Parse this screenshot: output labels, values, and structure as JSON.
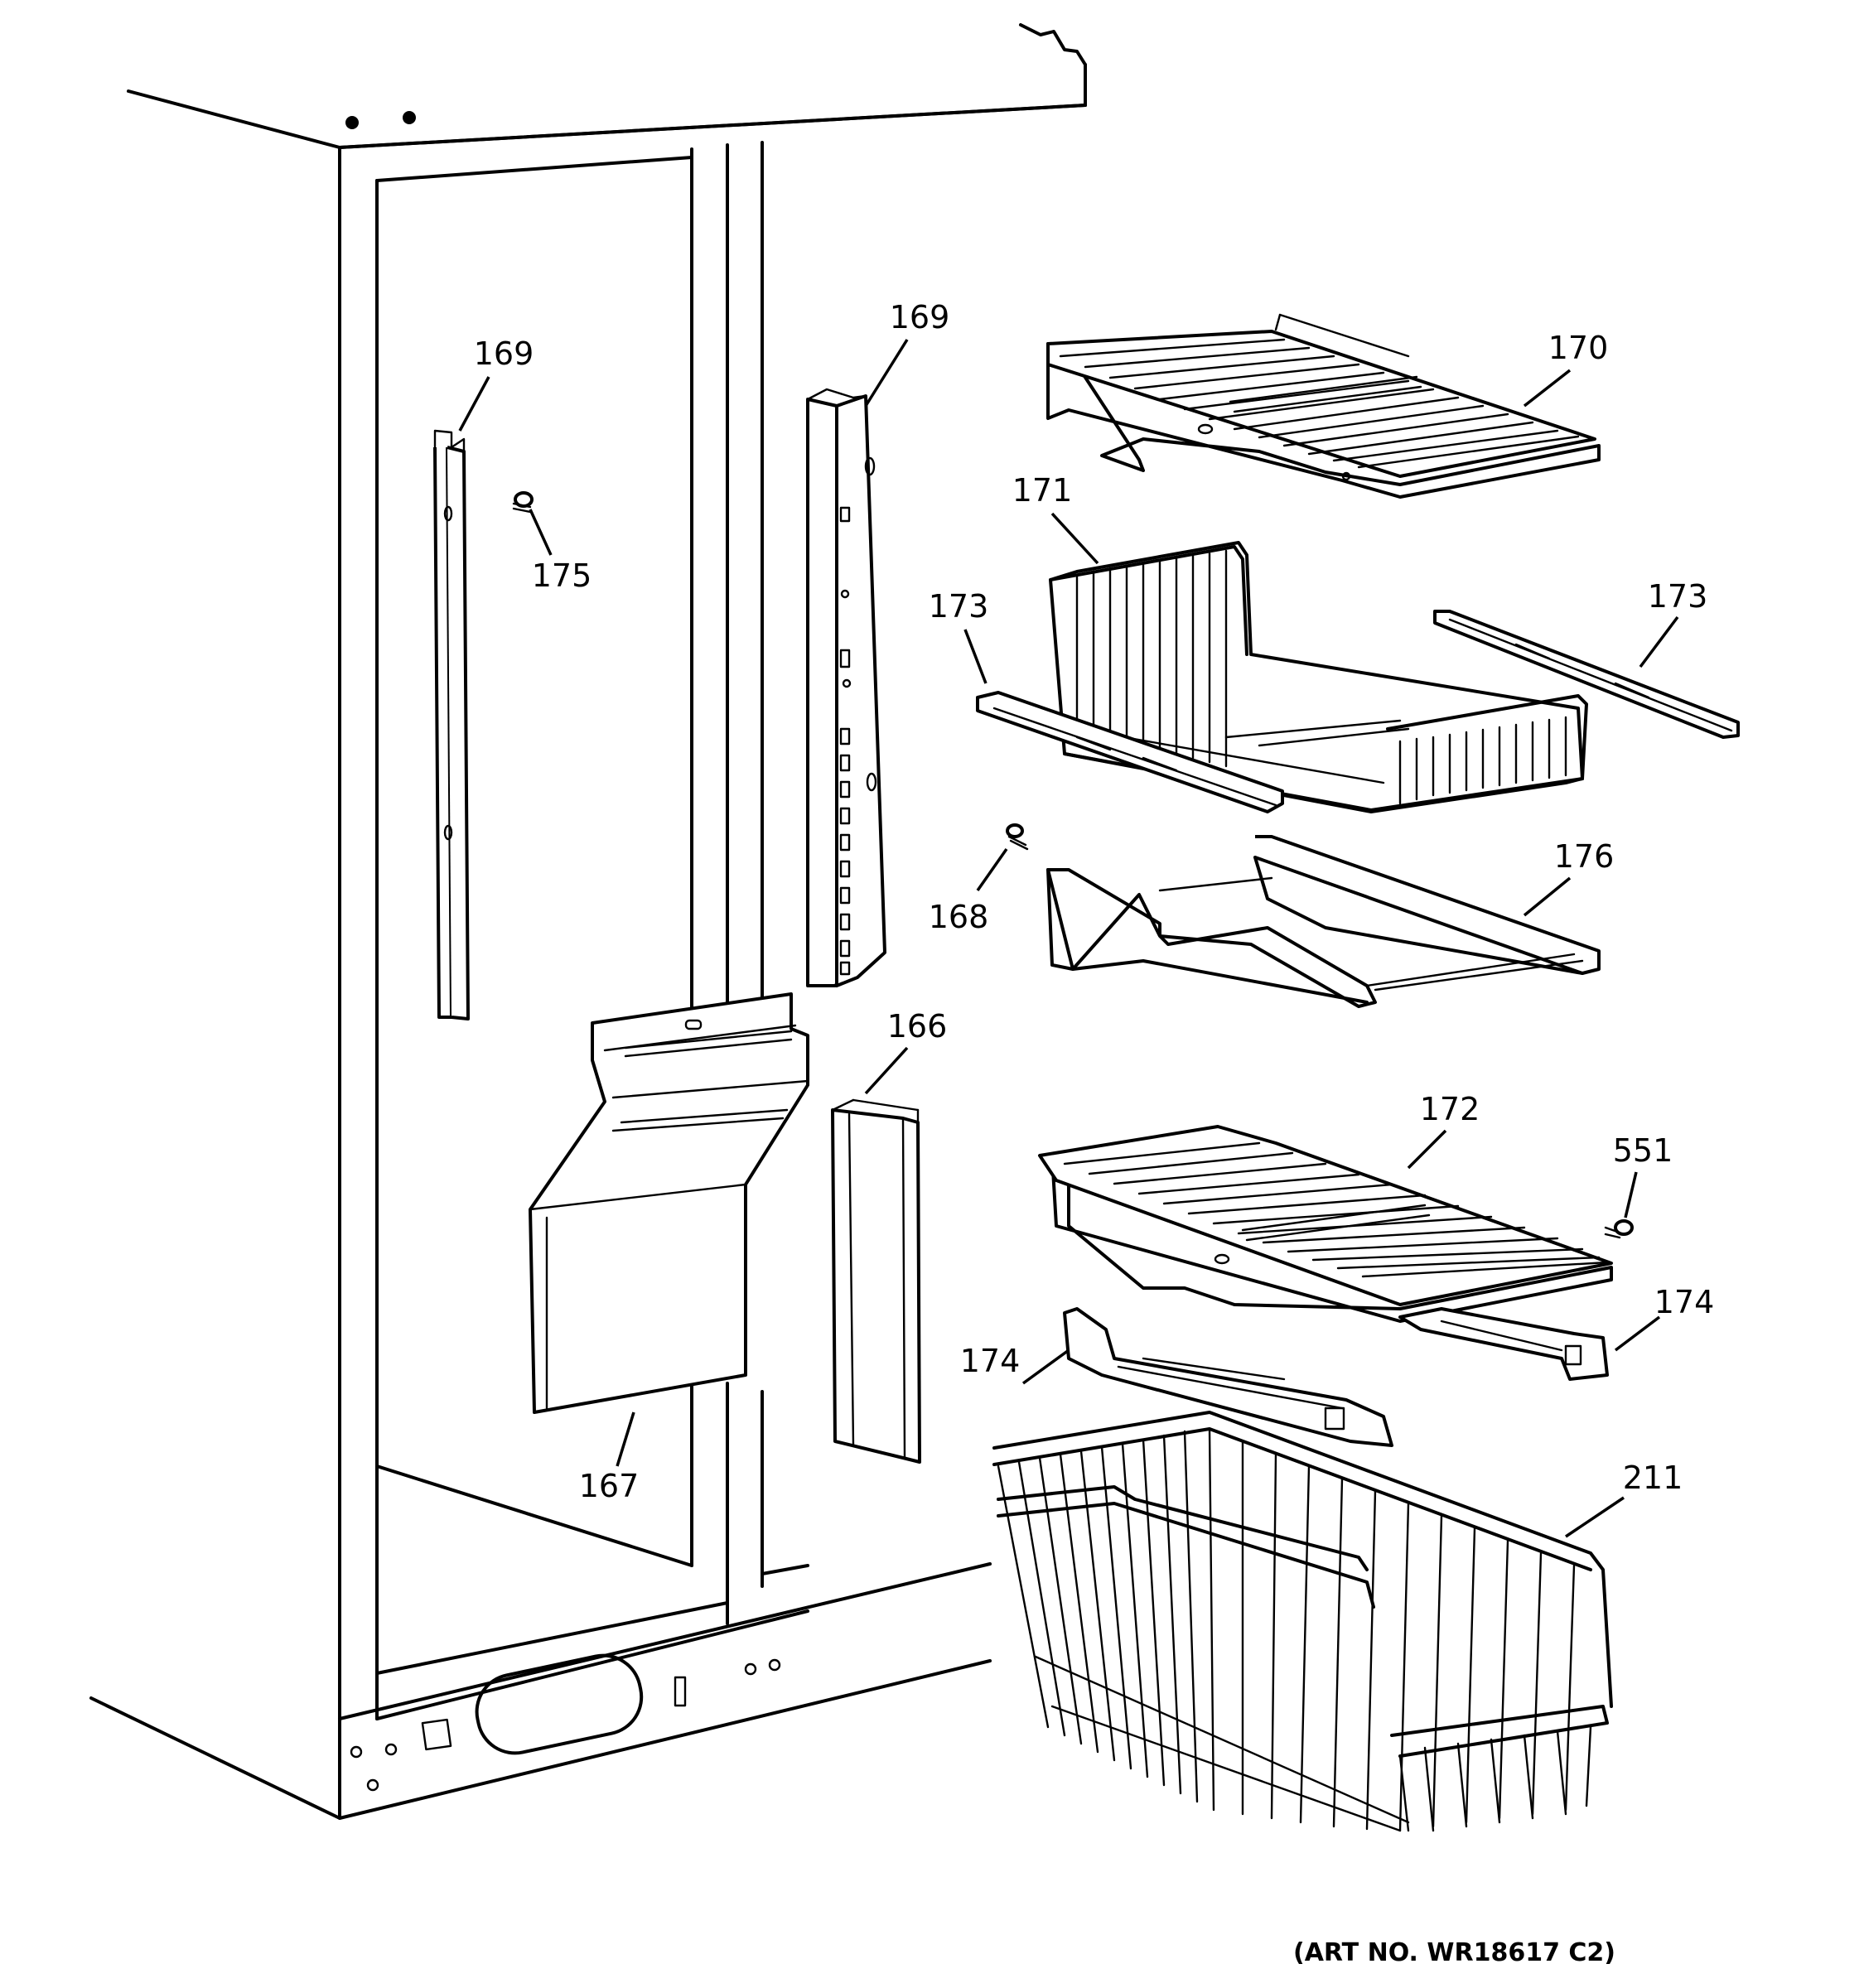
{
  "diagram": {
    "callouts": [
      {
        "id": "169-left",
        "label": "169"
      },
      {
        "id": "169-right",
        "label": "169"
      },
      {
        "id": "175",
        "label": "175"
      },
      {
        "id": "170",
        "label": "170"
      },
      {
        "id": "171",
        "label": "171"
      },
      {
        "id": "173-left",
        "label": "173"
      },
      {
        "id": "173-right",
        "label": "173"
      },
      {
        "id": "168",
        "label": "168"
      },
      {
        "id": "176",
        "label": "176"
      },
      {
        "id": "166",
        "label": "166"
      },
      {
        "id": "172",
        "label": "172"
      },
      {
        "id": "551",
        "label": "551"
      },
      {
        "id": "174-left",
        "label": "174"
      },
      {
        "id": "174-right",
        "label": "174"
      },
      {
        "id": "167",
        "label": "167"
      },
      {
        "id": "211",
        "label": "211"
      }
    ],
    "art_number": "(ART NO. WR18617 C2)"
  }
}
